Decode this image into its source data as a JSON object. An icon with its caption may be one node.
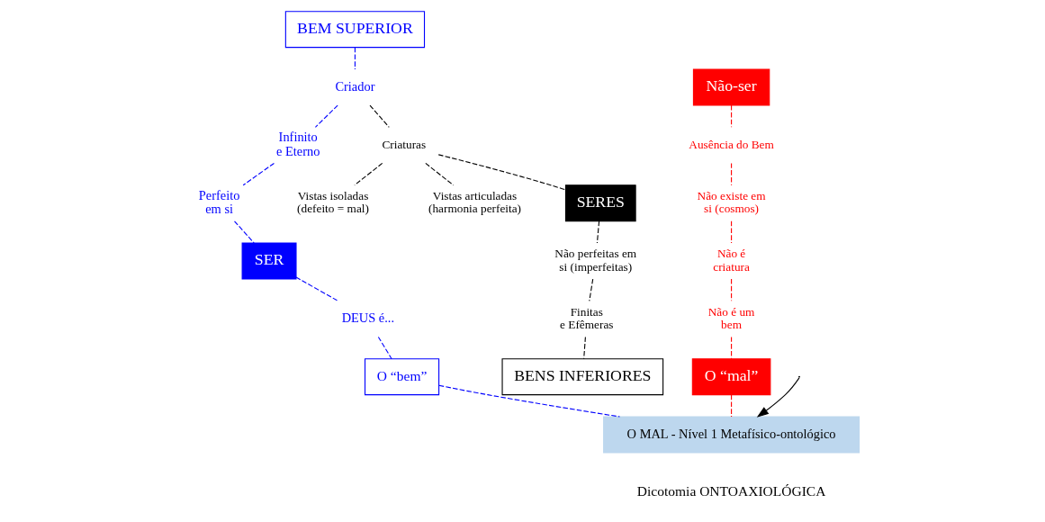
{
  "diagram": {
    "nodes": [
      {
        "text": [
          "BEM SUPERIOR"
        ]
      },
      {
        "text": [
          "Criador"
        ]
      },
      {
        "text": [
          "Infinito e Eterno"
        ]
      },
      {
        "text": [
          "Perfeito em si"
        ]
      },
      {
        "text": [
          "SER"
        ]
      },
      {
        "text": [
          "DEUS é..."
        ]
      },
      {
        "text": [
          "O “bem”"
        ]
      },
      {
        "text": [
          "Criaturas"
        ]
      },
      {
        "text": [
          "Vistas isoladas (defeito = mal)"
        ]
      },
      {
        "text": [
          "Vistas articuladas (harmonia perfeita)"
        ]
      },
      {
        "text": [
          "SERES"
        ]
      },
      {
        "text": [
          "Não perfeitas em si (imperfeitas)"
        ]
      },
      {
        "text": [
          "Finitas e Efêmeras"
        ]
      },
      {
        "text": [
          "BENS INFERIORES"
        ]
      },
      {
        "text": [
          "Não-ser"
        ]
      },
      {
        "text": [
          "Ausência do Bem"
        ]
      },
      {
        "text": [
          "Não existe em si (cosmos)"
        ]
      },
      {
        "text": [
          "Não é criatura"
        ]
      },
      {
        "text": [
          "Não é um bem"
        ]
      },
      {
        "text": [
          "O “mal”"
        ]
      },
      {
        "text": [
          "O MAL - Nível 1 Metafísico-ontológico"
        ]
      }
    ],
    "edges": [
      {
        "from": 0,
        "to": 1,
        "arrow": "none",
        "style": "dashed",
        "color": "#0000ff"
      },
      {
        "from": 1,
        "to": 2,
        "arrow": "none",
        "style": "dashed",
        "color": "#0000ff"
      },
      {
        "from": 2,
        "to": 3,
        "arrow": "none",
        "style": "dashed",
        "color": "#0000ff"
      },
      {
        "from": 3,
        "to": 4,
        "arrow": "none",
        "style": "dashed",
        "color": "#0000ff"
      },
      {
        "from": 4,
        "to": 5,
        "arrow": "none",
        "style": "dashed",
        "color": "#0000ff"
      },
      {
        "from": 5,
        "to": 6,
        "arrow": "none",
        "style": "dashed",
        "color": "#0000ff"
      },
      {
        "from": 6,
        "to": 20,
        "arrow": "none",
        "style": "dashed",
        "color": "#0000ff"
      },
      {
        "from": 1,
        "to": 7,
        "arrow": "none",
        "style": "dashed"
      },
      {
        "from": 7,
        "to": 8,
        "arrow": "none",
        "style": "dashed"
      },
      {
        "from": 7,
        "to": 9,
        "arrow": "none",
        "style": "dashed"
      },
      {
        "from": 7,
        "to": 10,
        "arrow": "none",
        "style": "dashed"
      },
      {
        "from": 10,
        "to": 11,
        "arrow": "none",
        "style": "dashed"
      },
      {
        "from": 11,
        "to": 12,
        "arrow": "none",
        "style": "dashed"
      },
      {
        "from": 12,
        "to": 13,
        "arrow": "none",
        "style": "dashed"
      },
      {
        "from": 14,
        "to": 15,
        "arrow": "none",
        "style": "dashed",
        "color": "#ff0000"
      },
      {
        "from": 15,
        "to": 16,
        "arrow": "none",
        "style": "dashed",
        "color": "#ff0000"
      },
      {
        "from": 16,
        "to": 17,
        "arrow": "none",
        "style": "dashed",
        "color": "#ff0000"
      },
      {
        "from": 17,
        "to": 18,
        "arrow": "none",
        "style": "dashed",
        "color": "#ff0000"
      },
      {
        "from": 18,
        "to": 19,
        "arrow": "none",
        "style": "dashed",
        "color": "#ff0000"
      },
      {
        "from": 19,
        "to": 20,
        "arrow": "none",
        "style": "dashed",
        "color": "#ff0000"
      },
      {
        "from": null,
        "to": 20,
        "arrow": "to"
      }
    ],
    "labels": [
      "Dicotomia ONTOAXIOLÓGICA"
    ]
  }
}
